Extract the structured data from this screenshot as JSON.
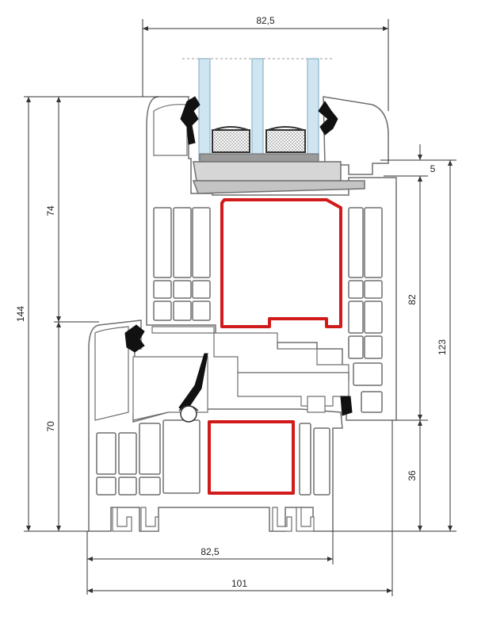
{
  "dimensions": {
    "top_width": "82,5",
    "bottom_width_inner": "82,5",
    "bottom_width_total": "101",
    "left_total_height": "144",
    "left_sash_height": "74",
    "left_frame_height": "70",
    "right_step": "5",
    "right_sash": "82",
    "right_total": "123",
    "right_frame": "36"
  },
  "colors": {
    "background": "#ffffff",
    "profile_fill": "#ffffff",
    "profile_stroke": "#6f6f6f",
    "profile_shadow": "#d9d9d9",
    "reinforcement": "#d11a1a",
    "gasket": "#111111",
    "glass": "#cfe6f2",
    "glass_edge": "#8fb5c8",
    "spacer": "#555555",
    "bead": "#d6d6d6",
    "dim_line": "#333333"
  },
  "icons": [
    "window-profile-section"
  ]
}
